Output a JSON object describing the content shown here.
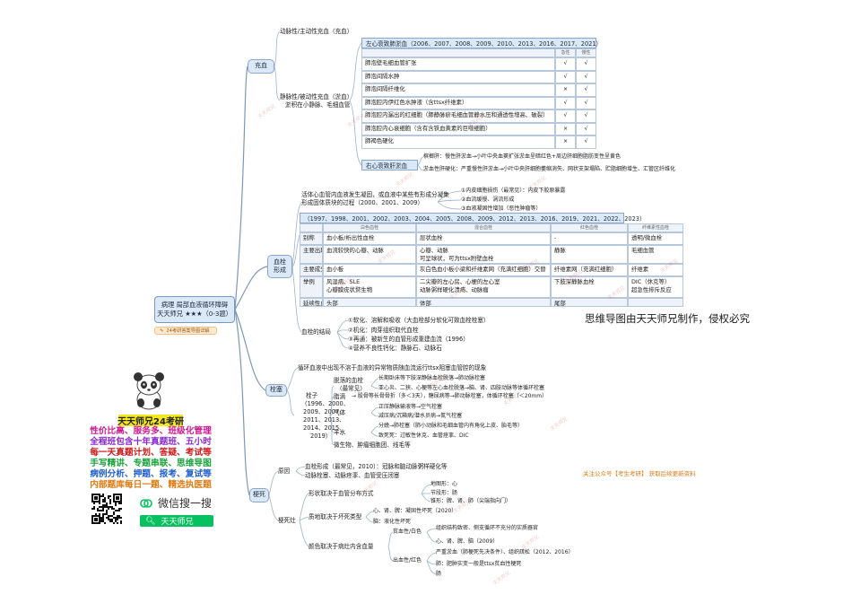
{
  "root": {
    "line1": "病理 局部血液循环障碍",
    "line2": "天天师兄 ★★★（0-3题）",
    "tag": "24考研答案导图详解",
    "tag_icon": "pencil-icon"
  },
  "branches": {
    "congestion": "充血",
    "thrombosis": "血栓\n形成",
    "embolism": "栓塞",
    "infarction": "梗死"
  },
  "copyright": "思维导图由天天师兄制作，侵权必究",
  "promo": "关注公众号【考生考研】 获取后续更新资料",
  "watermark": "天天师兄",
  "ad": {
    "title": "天天师兄24考研",
    "lines": [
      {
        "text": "性价比高、服务多、班级化管理",
        "color": "#d0198f"
      },
      {
        "text": "全程班包含十年真题班、五小时",
        "color": "#8a2ad0"
      },
      {
        "text": "每一天真题计划、答疑、考试等",
        "color": "#d01919"
      },
      {
        "text": "手写精讲、专题串联、思维导图",
        "color": "#1aa33b"
      },
      {
        "text": "病例分析、押题、报考、复试等",
        "color": "#1f5fd0"
      },
      {
        "text": "内部题库每日一题、精选执医题",
        "color": "#e07a10"
      }
    ],
    "wechat_search": "微信搜一搜",
    "wechat_name": "天天师兄"
  },
  "congestion": {
    "arterial": "动脉性/主动性充血（充血）",
    "venous_l1": "静脉性/被动性充血（淤血）",
    "venous_l2": "淤积在小静脉、毛细血管",
    "lung_title": "左心衰致肺淤血（2006、2007、2008、2009、2010、2013、2016、2017、2021）",
    "lung_cols": [
      "急性",
      "慢性"
    ],
    "lung_rows": [
      {
        "label": "肺泡壁毛细血管扩张",
        "acute": "√",
        "chronic": "√"
      },
      {
        "label": "肺泡间隔水肿",
        "acute": "√",
        "chronic": "√"
      },
      {
        "label": "肺泡间隔纤维化",
        "acute": "×",
        "chronic": "√"
      },
      {
        "label": "肺泡腔内伊红色水肿液（含ttsx纤维素）",
        "acute": "√",
        "chronic": "√"
      },
      {
        "label": "肺泡腔内漏出的红细胞（肺静脉瘀毛细血管静水压和通透性增高、破裂）",
        "acute": "√",
        "chronic": "√"
      },
      {
        "label": "肺泡腔内心衰细胞（含有含铁血黄素的巨噬细胞）",
        "acute": "×",
        "chronic": "√"
      },
      {
        "label": "肺褐色硬化",
        "acute": "×",
        "chronic": "√"
      }
    ],
    "liver_title": "右心衰致肝淤血",
    "liver_1": "槟榔肝：慢性肝淤血→小叶中央血窦扩张淤血呈暗红色+周边肝细胞脂肪变性呈黄色",
    "liver_2": "淤血性肝硬化：严重慢性肝淤血→小叶中央肝细胞萎缩消失、网状支架塌陷、贮脂细胞增生、汇管区纤维化"
  },
  "thrombosis": {
    "def_l1": "活体心血管内血液发生凝固，或血液中某些有形成分凝集",
    "def_l2": "形成固体质块的过程（2000、2001、2009）",
    "cond_1": "①内皮细胞损伤（最常见）：内皮下胶原暴露",
    "cond_2": "②血流缓慢、涡流形成",
    "cond_3": "③血液凝固性增加（恶性肿瘤等）",
    "table_title": "（1997、1998、2001、2002、2003、2004、2005、2008、2009、2012、2013、2016、2019、2021、2022、2023）",
    "cols": [
      "白色血栓",
      "混合血栓",
      "红色血栓",
      "纤维素性血栓"
    ],
    "rows": [
      {
        "label": "别称",
        "cells": [
          "血小板/析出性血栓",
          "层状血栓",
          "-",
          "透明/微血栓"
        ]
      },
      {
        "label": "主要出现部位",
        "cells": [
          "血流较快的心瓣、动脉",
          "心瓣、动脉\n可呈球状，可为ttsx附壁血栓",
          "静脉",
          "毛细血管"
        ]
      },
      {
        "label": "主要成分",
        "cells": [
          "血小板",
          "灰白色血小板小梁和纤维素网（充满红细胞）交替",
          "纤维素网（充满红细胞）",
          "纤维素"
        ]
      },
      {
        "label": "举例",
        "cells": [
          "风湿病、SLE\n心瓣膜疣状赘生物",
          "二尖瓣的左心房、心梗的左心室\n动脉粥样硬化溃疡、动脉瘤",
          "下肢深静脉血栓",
          "DIC（休克等）\n超急性排斥反应"
        ]
      },
      {
        "label": "延续性血栓",
        "cells": [
          "头部",
          "体部",
          "尾部",
          ""
        ]
      }
    ],
    "outcome_label": "血栓的结局",
    "outcomes": [
      "①软化、溶解和吸收（大血栓部分软化可致血栓栓塞）",
      "②机化：肉芽组织取代血栓",
      "③再通：被新生的血管形成重建血流（1996）",
      "④营养不良性钙化：静脉石、动脉石"
    ]
  },
  "embolism": {
    "def": "循环血液中出现不溶于血液的异常物质随血流运行ttsx阻塞血管腔的现象",
    "emb_l1": "栓子",
    "emb_l2": "（1996、2000、",
    "emb_l3": "2009、2007、",
    "emb_l4": "2011、2013、",
    "emb_l5": "2014、2015、",
    "emb_l6": "2019）",
    "thrombo_l1": "脱落的血栓",
    "thrombo_l2": "（最常见）",
    "thrombo_1": "长期卧床等下肢深静脉血栓脱落→肺动脉栓塞",
    "thrombo_2": "亚心炎、二狭、心梗等左心血栓脱落→脑、肾、四肢动脉等体循环栓塞",
    "fat_label": "脂滴",
    "fat_text": "→ 股骨等长骨骨折（多＜3天），糖尿病等→肺动脉栓塞，体循环栓塞（＜20mm）",
    "gas_label": "气体",
    "gas_1": "正压静脉输液等→空气栓塞",
    "gas_2": "减压病/沉箱病/潜水员病→氮气栓塞",
    "amniotic_label": "羊水",
    "amniotic_1": "分娩→肺栓塞（肺小动脉和毛细血管内有角化上皮、胎毛等）",
    "amniotic_2": "致死死：过敏性休克、血管痉挛、DIC",
    "other": "微生物、肿瘤细胞团、线毛等"
  },
  "infarction": {
    "cause_label": "原因",
    "cause_1": "血栓形成（最常见，2010）：冠脉和脑动脉粥样硬化等",
    "cause_2": "动脉栓塞、动脉痉挛、血管受压闭塞",
    "types_label": "梗死灶",
    "shape_label": "形状取决于血管分布方式",
    "shape_1": "地图形：心",
    "shape_2": "节段形：肠",
    "shape_3": "锥形：脾、肾、肺（尖端指向门）",
    "texture_label": "质地取决于坏死类型",
    "texture_1": "心、肾、脾：凝固性坏死（2020）",
    "texture_2": "脑：液化性坏死",
    "color_label": "颜色取决于病灶内含血量",
    "anemic_label": "贫血性/白色",
    "anemic_1": "组织结构致密、侧支循环不充分的实质器官",
    "anemic_2": "心、肾、脾、脑（2009）",
    "hemo_label": "出血性/红色",
    "hemo_1": "严重淤血（肺梗死先决条件）、组织疏松（2012、2016）",
    "hemo_2": "肺：肥肿实变一般是ttsx贫血性梗死",
    "hemo_3": "肠"
  }
}
